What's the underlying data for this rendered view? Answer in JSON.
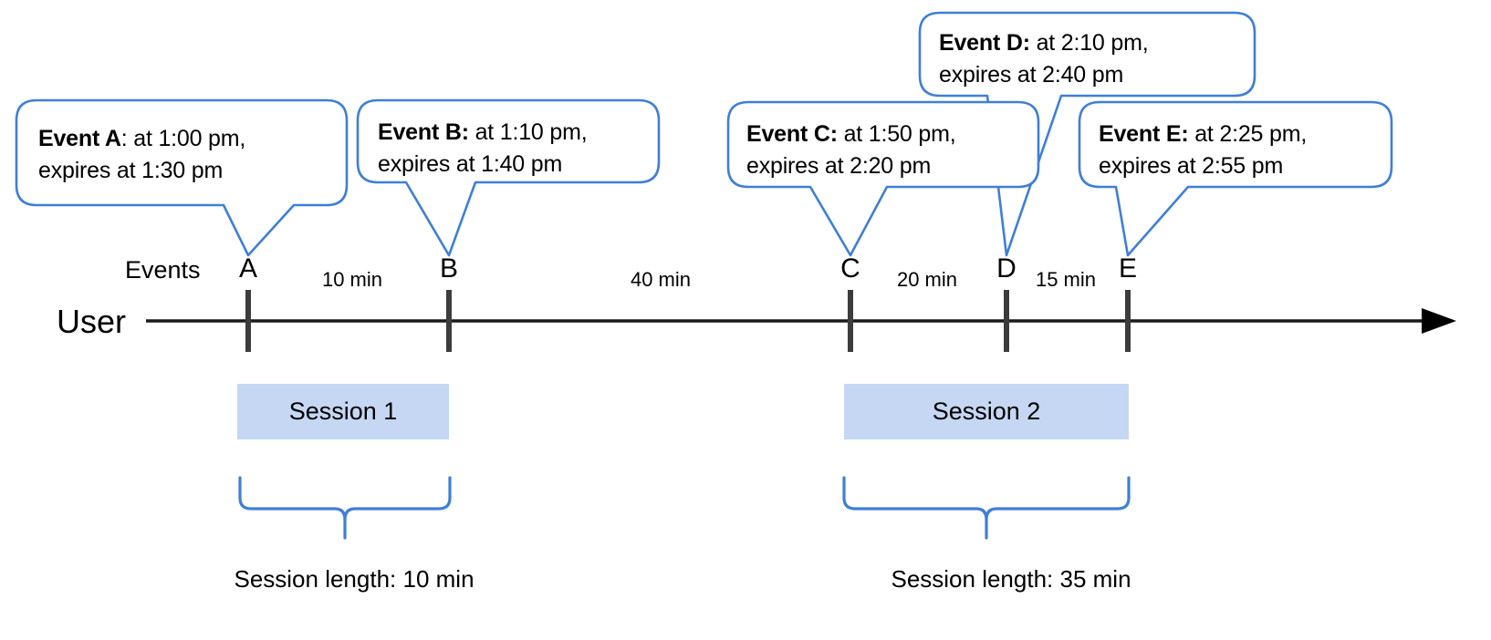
{
  "diagram": {
    "title": "Session windowing timeline",
    "accent_blue": "#3f7fd6",
    "session_fill": "#c5d7f2",
    "axis_color": "#3c3c3c",
    "text_color": "#000000"
  },
  "axis": {
    "user_label": "User",
    "events_label": "Events"
  },
  "callouts": [
    {
      "id": "A",
      "name_label": "Event A",
      "separator": ":",
      "line1_rest": " at 1:00 pm,",
      "line2": "expires at 1:30 pm",
      "start_time": "1:00 pm",
      "expires_time": "1:30 pm"
    },
    {
      "id": "B",
      "name_label": "Event B",
      "separator": ":",
      "line1_rest": " at 1:10 pm,",
      "line2": "expires at 1:40 pm",
      "start_time": "1:10 pm",
      "expires_time": "1:40 pm"
    },
    {
      "id": "C",
      "name_label": "Event C",
      "separator": ":",
      "line1_rest": " at 1:50 pm,",
      "line2": "expires at 2:20 pm",
      "start_time": "1:50 pm",
      "expires_time": "2:20 pm"
    },
    {
      "id": "D",
      "name_label": "Event D",
      "separator": ":",
      "line1_rest": " at 2:10 pm,",
      "line2": "expires at 2:40 pm",
      "start_time": "2:10 pm",
      "expires_time": "2:40 pm"
    },
    {
      "id": "E",
      "name_label": "Event E",
      "separator": ":",
      "line1_rest": " at 2:25 pm,",
      "line2": "expires at 2:55 pm",
      "start_time": "2:25 pm",
      "expires_time": "2:55 pm"
    }
  ],
  "markers": [
    {
      "label": "A"
    },
    {
      "label": "B"
    },
    {
      "label": "C"
    },
    {
      "label": "D"
    },
    {
      "label": "E"
    }
  ],
  "gaps": [
    {
      "label": "10 min",
      "between": "A-B"
    },
    {
      "label": "40 min",
      "between": "B-C"
    },
    {
      "label": "20 min",
      "between": "C-D"
    },
    {
      "label": "15 min",
      "between": "D-E"
    }
  ],
  "sessions": [
    {
      "label": "Session 1",
      "length_caption": "Session length: 10 min"
    },
    {
      "label": "Session 2",
      "length_caption": "Session length: 35 min"
    }
  ]
}
